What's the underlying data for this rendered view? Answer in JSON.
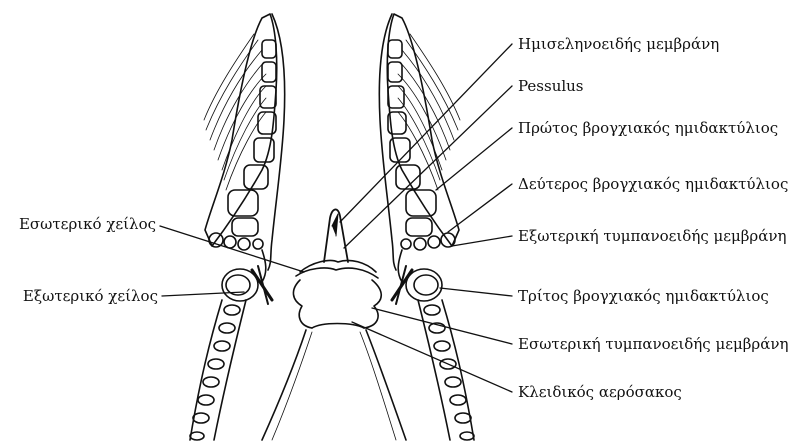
{
  "labels": {
    "right": [
      "Ημισεληνοειδής μεμβράνη",
      "Pessulus",
      "Πρώτος βρογχιακός ημιδακτύλιος",
      "Δεύτερος βρογχιακός ημιδακτύλιος",
      "Εξωτερική τυμπανοειδής μεμβράνη",
      "Τρίτος βρογχιακός ημιδακτύλιος",
      "Εσωτερική τυμπανοειδής μεμβράνη",
      "Κλειδικός αερόσακος"
    ],
    "left": [
      "Εσωτερικό χείλος",
      "Εξωτερικό χείλος"
    ]
  },
  "colors": {
    "ink": "#111111",
    "background": "#ffffff"
  }
}
